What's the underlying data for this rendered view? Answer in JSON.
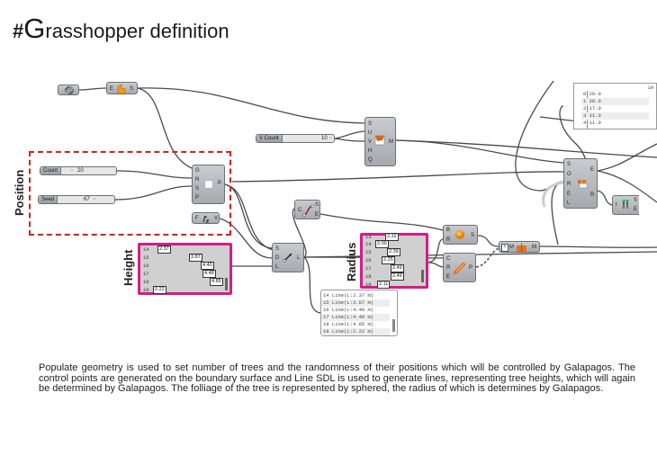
{
  "page": {
    "title_hash": "#",
    "title_initial": "G",
    "title_rest": "rasshopper definition"
  },
  "groups": {
    "position_label": "Position",
    "height_label": "Height",
    "radius_label": "Radius"
  },
  "components": {
    "surface_param": {
      "icon": "surface-param-icon"
    },
    "brep_edges": {
      "inputs": [
        "E"
      ],
      "outputs": [
        "S"
      ],
      "icon": "brep-edges-icon"
    },
    "divide_surface": {
      "inputs": [
        "S",
        "U",
        "V",
        "H",
        "Q"
      ],
      "outputs": [
        "M"
      ],
      "icon": "surface-grid-icon"
    },
    "populate_geometry": {
      "inputs": [
        "G",
        "N",
        "S",
        "P"
      ],
      "outputs": [
        "P"
      ],
      "icon": "populate-icon"
    },
    "unit_z": {
      "inputs": [
        "F"
      ],
      "outputs": [
        "V"
      ],
      "icon": "unit-z-icon"
    },
    "line_sdl": {
      "inputs": [
        "S",
        "D",
        "L"
      ],
      "outputs": [
        "L"
      ],
      "icon": "line-sdl-icon"
    },
    "curve_endpoints": {
      "inputs": [
        "C"
      ],
      "outputs": [
        "S",
        "E"
      ],
      "icon": "endpoints-icon"
    },
    "sphere": {
      "inputs": [
        "B",
        "R"
      ],
      "outputs": [
        "S"
      ],
      "icon": "sphere-icon"
    },
    "pipe": {
      "inputs": [
        "C",
        "R",
        "E"
      ],
      "outputs": [
        "P"
      ],
      "icon": "pipe-icon"
    },
    "merge_mesh": {
      "inputs": [
        "M"
      ],
      "outputs": [
        "M"
      ],
      "icon": "mesh-join-icon"
    },
    "sort_list": {
      "inputs": [
        "S",
        "O",
        "R",
        "E",
        "L"
      ],
      "outputs": [
        "E",
        "R"
      ],
      "icon": "sort-icon"
    },
    "list_item": {
      "inputs": [
        "I"
      ],
      "outputs": [
        "S",
        "E"
      ],
      "icon": "list-item-icon"
    }
  },
  "sliders": {
    "v_count": {
      "label": "V Count",
      "value": "10"
    },
    "count": {
      "label": "Count",
      "value": "20"
    },
    "seed": {
      "label": "Seed",
      "value": "67"
    }
  },
  "height_graph": {
    "rows": [
      "14",
      "15",
      "16",
      "17",
      "18",
      "19"
    ],
    "values": [
      "2.37",
      "3.87",
      "4.40",
      "4.48",
      "4.85",
      "2.22"
    ]
  },
  "radius_graph": {
    "rows": [
      "13",
      "14",
      "15",
      "16",
      "17",
      "18",
      "19"
    ],
    "values": [
      "2.32",
      "2.00",
      "2.39",
      "2.25",
      "2.49",
      "2.49",
      "2.11"
    ]
  },
  "line_panel": {
    "rows": [
      "14 Line(L:2.37 m)",
      "15 Line(L:3.87 m)",
      "16 Line(L:4.40 m)",
      "17 Line(L:4.48 m)",
      "18 Line(L:4.85 m)",
      "19 Line(L:2.22 m)"
    ]
  },
  "value_panel": {
    "header": "19",
    "indices": [
      "0",
      "1",
      "2",
      "3",
      "4"
    ],
    "values": [
      "20.0",
      "20.0",
      "17.0",
      "11.0",
      "11.0"
    ]
  },
  "description": "Populate geometry is used to set number of trees and the randomness of their positions which will be controlled by Galapagos. The control points are generated on the boundary surface and Line SDL is used to generate lines, representing tree heights, which will again be determined by Galapagos. The folliage of the tree is represented by sphered, the radius of which is determines by Galapagos.",
  "colors": {
    "wire": "#4a4a4a",
    "group_dash": "#d62020",
    "graph_border": "#d81b86",
    "component": "#b3b6ba"
  }
}
